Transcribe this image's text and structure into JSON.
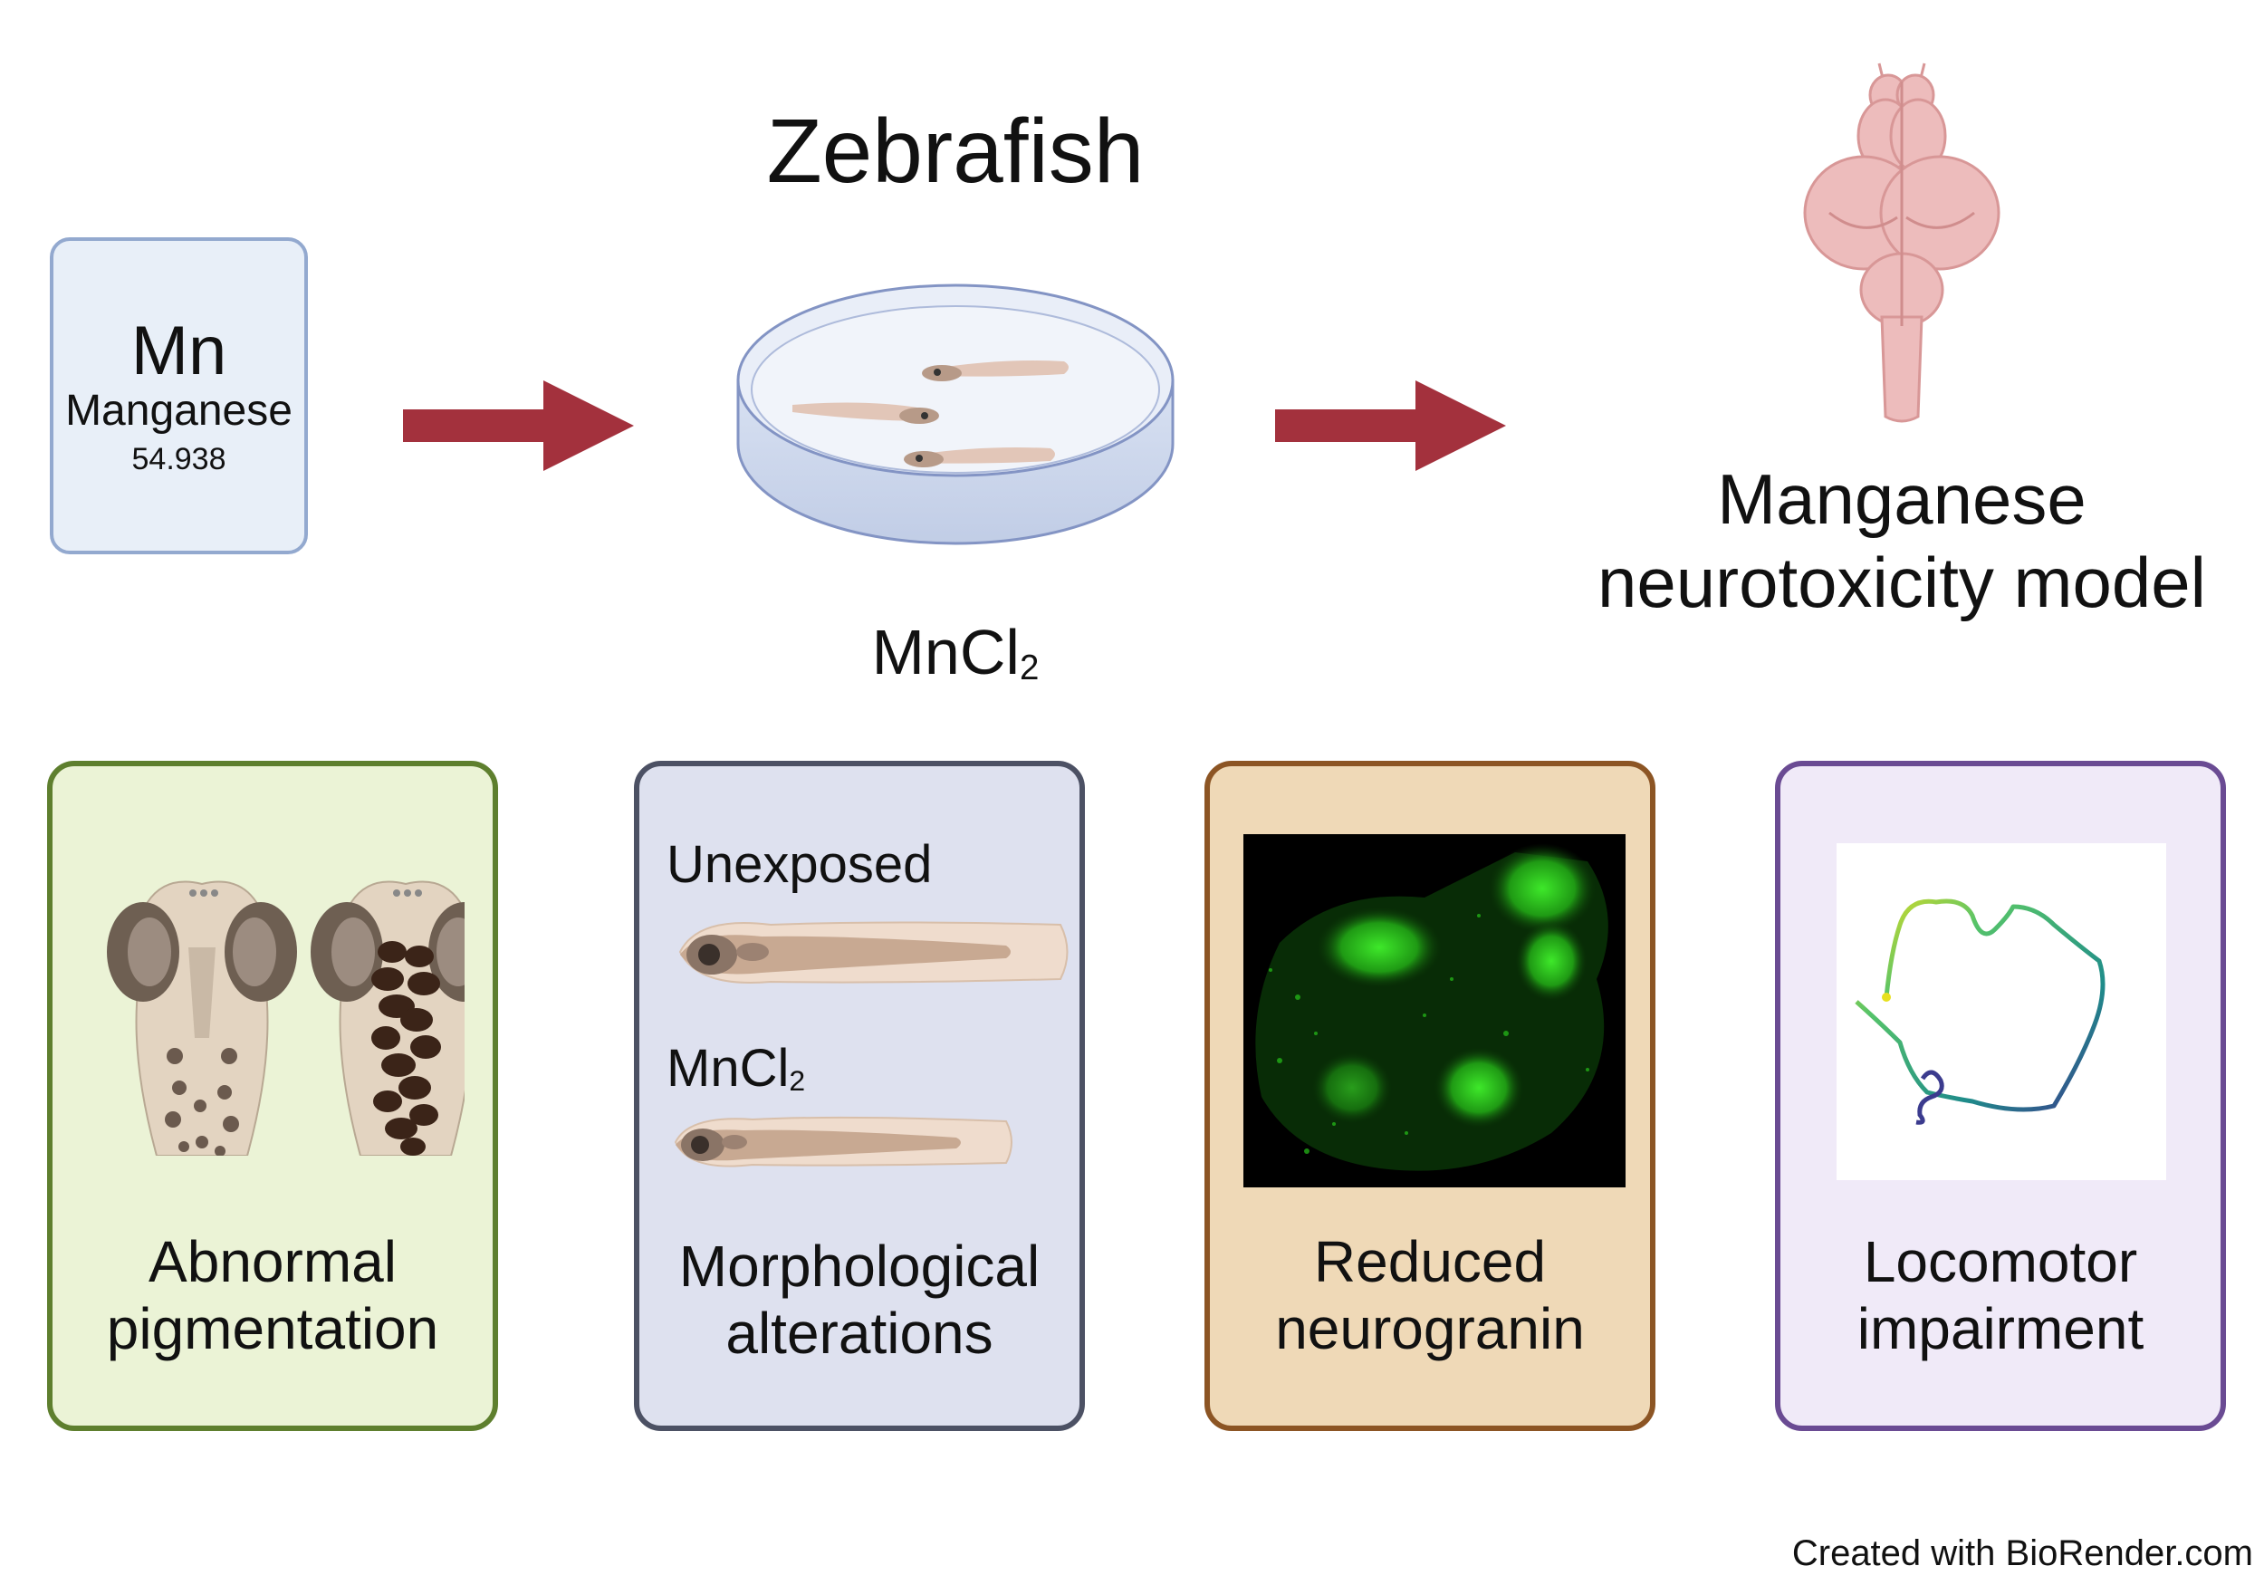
{
  "title": "Zebrafish",
  "element": {
    "symbol": "Mn",
    "name": "Manganese",
    "atomic_mass": "54.938"
  },
  "compound": {
    "base": "MnCl",
    "sub": "2"
  },
  "model": {
    "line1": "Manganese",
    "line2": "neurotoxicity model"
  },
  "cards": [
    {
      "line1": "Abnormal",
      "line2": "pigmentation"
    },
    {
      "line1": "Morphological",
      "line2": "alterations",
      "unexposed_label": "Unexposed",
      "exposed_base": "MnCl",
      "exposed_sub": "2"
    },
    {
      "line1": "Reduced",
      "line2": "neurogranin"
    },
    {
      "line1": "Locomotor",
      "line2": "impairment"
    }
  ],
  "footer": "Created with BioRender.com",
  "colors": {
    "arrow": "#a3313d",
    "pigment_border": "#5e7f2e",
    "morph_border": "#4c5164",
    "neuro_border": "#8c5524",
    "loco_border": "#6a4b93",
    "fluorescence": "#27c21a"
  }
}
